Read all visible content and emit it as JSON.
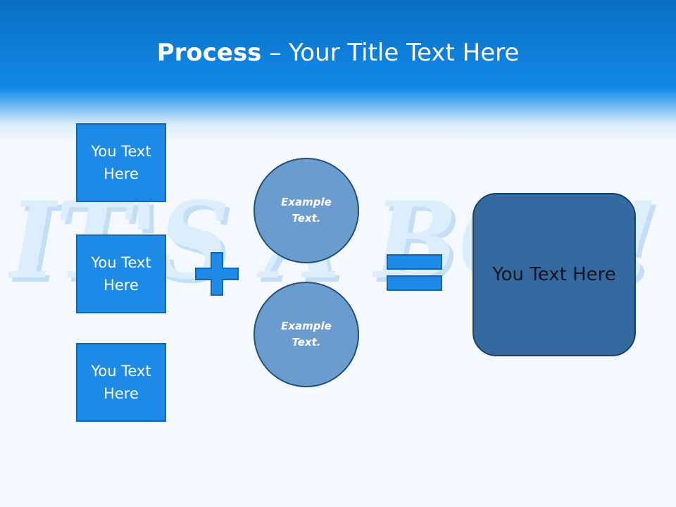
{
  "slide": {
    "title_bold": "Process",
    "title_rest": " – Your Title Text Here",
    "watermark": "IT'S A BOY!"
  },
  "inputs": [
    {
      "label": "You Text Here"
    },
    {
      "label": "You Text Here"
    },
    {
      "label": "You Text Here"
    }
  ],
  "circles": [
    {
      "label": "Example Text."
    },
    {
      "label": "Example Text."
    }
  ],
  "result": {
    "label": "You Text Here"
  },
  "operators": {
    "plus": "plus-icon",
    "equals": "equals-icon"
  },
  "colors": {
    "header": "#1188e6",
    "box_fill": "#1c8ae6",
    "circle_fill": "#6a9ccd",
    "result_fill": "#356aa0",
    "operator": "#1c8ae6"
  }
}
